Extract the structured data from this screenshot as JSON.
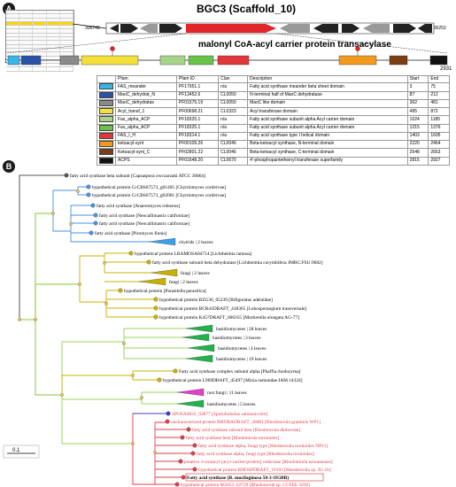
{
  "panels": {
    "a": "A",
    "b": "B"
  },
  "genome": {
    "cluster_title": "BGC3 (Scaffold_10)",
    "left_coord": "306748",
    "right_coord": "336253",
    "enzyme_label": "malonyl CoA-acyl carrier protein transacylase",
    "domain_start": "1",
    "domain_end": "2931"
  },
  "pfam_table": {
    "headers": [
      "Pfam",
      "Pfam ID",
      "Clan",
      "Description",
      "Start",
      "End"
    ],
    "rows": [
      {
        "color": "#39b4e8",
        "pfam": "FAS_meander",
        "id": "PF17951.1",
        "clan": "n/a",
        "desc": "Fatty acid synthase meander beta sheet domain",
        "start": "3",
        "end": "75"
      },
      {
        "color": "#2a53a8",
        "pfam": "MaoC_dehydrat_N",
        "id": "PF13452.6",
        "clan": "CL0050",
        "desc": "N-terminal half of MaoC dehydratase",
        "start": "87",
        "end": "212"
      },
      {
        "color": "#8a8a8a",
        "pfam": "MaoC_dehydratas",
        "id": "PF01575.19",
        "clan": "CL0050",
        "desc": "MaoC like domain",
        "start": "362",
        "end": "481"
      },
      {
        "color": "#f4e03a",
        "pfam": "Acyl_transf_1",
        "id": "PF00698.21",
        "clan": "CL0323",
        "desc": "Acyl transferase domain",
        "start": "495",
        "end": "872"
      },
      {
        "color": "#a8d48a",
        "pfam": "Fas_alpha_ACP",
        "id": "PF18325.1",
        "clan": "n/a",
        "desc": "Fatty acid synthase subunit alpha Acyl carrier domain",
        "start": "1024",
        "end": "1185"
      },
      {
        "color": "#6bc24a",
        "pfam": "Fas_alpha_ACP",
        "id": "PF18325.1",
        "clan": "n/a",
        "desc": "Fatty acid synthase subunit alpha Acyl carrier domain",
        "start": "1215",
        "end": "1376"
      },
      {
        "color": "#e0383a",
        "pfam": "FAS_I_H",
        "id": "PF18314.1",
        "clan": "n/a",
        "desc": "Fatty acid synthase type I helical domain",
        "start": "1403",
        "end": "1605"
      },
      {
        "color": "#f29a1e",
        "pfam": "ketoacyl-synt",
        "id": "PF00109.26",
        "clan": "CL0046",
        "desc": "Beta-ketoacyl synthase, N-terminal domain",
        "start": "2220",
        "end": "2464"
      },
      {
        "color": "#7a3d15",
        "pfam": "Ketoacyl-synt_C",
        "id": "PF02801.22",
        "clan": "CL0046",
        "desc": "Beta-ketoacyl synthase, C-terminal domain",
        "start": "2548",
        "end": "2663"
      },
      {
        "color": "#111111",
        "pfam": "ACPS",
        "id": "PF01648.20",
        "clan": "CL0670",
        "desc": "4'-phosphopantetheinyl transferase superfamily",
        "start": "2815",
        "end": "2927"
      }
    ]
  },
  "tree": {
    "scale": "0.1",
    "leaves": [
      "fatty acid synthase beta subunit [Capsaspora owczarzaki ATCC 30864]",
      "hypothetical protein CcCBS67573_g01405 [Chytriomyces confervae]",
      "hypothetical protein CcCBS67573_g02001 [Chytriomyces confervae]",
      "fatty acid synthase [Anaeromyces robustus]",
      "fatty acid synthase [Neocallimastix californiae]",
      "fatty acid synthase [Neocallimastix californiae]",
      "fatty acid synthase [Piromyces finnis]",
      "chytrids | 2 leaves",
      "hypothetical protein LRAMOSA04714 [Lichtheimia ramosa]",
      "fatty acid synthase subunit beta dehydratase [Lichtheimia corymbifera JMRC:FSU:9682]",
      "fungi | 2 leaves",
      "fungi | 2 leaves",
      "hypothetical protein [Parasitella parasitica]",
      "hypothetical protein BZG36_05239 [Bifiguratus adelaidae]",
      "hypothetical protein BCR41DRAFT_418365 [Lobosporangium transversale]",
      "hypothetical protein K457DRAFT_606355 [Mortierella elongata AG-77]",
      "basidiomycetes | 28 leaves",
      "basidiomycetes | 3 leaves",
      "basidiomycetes | 4 leaves",
      "basidiomycetes | 19 leaves",
      "Fatty acid synthase complex subunit alpha [Phaffia rhodozyma]",
      "hypothetical protein L969DRAFT_45497 [Mixia osmundae IAM 14324]",
      "rust fungi | 11 leaves",
      "basidiomycetes | 5 leaves",
      "SPOSA6832_02877 [Sporidiobolus salmonicolor]",
      "uncharacterized protein RHOBADRAFT_28081 [Rhodotorula graminis WP1]",
      "fatty acid synthase subunit beta [Rhodotorula diobovata]",
      "fatty acid synthase beta [Rhodotorula toruloides]",
      "fatty acid synthase alpha, fungi type [Rhodotorula toruloides NP11]",
      "fatty acid synthase alpha, fungi type [Rhodotorula toruloides]",
      "putative 3-oxoacyl-[acyl-carrier-protein] reductase [Rhodotorula taiwanensis]",
      "hypothetical protein RHOSPDRAFT_19103 [Rhodotorula sp. JG-1b]",
      "Fatty acid synthase (R. mucilaginosa 50-3-19/20B)",
      "hypothetical protein BO453_02729 [Rhodotorula sp. CCFEE 5036]"
    ]
  }
}
